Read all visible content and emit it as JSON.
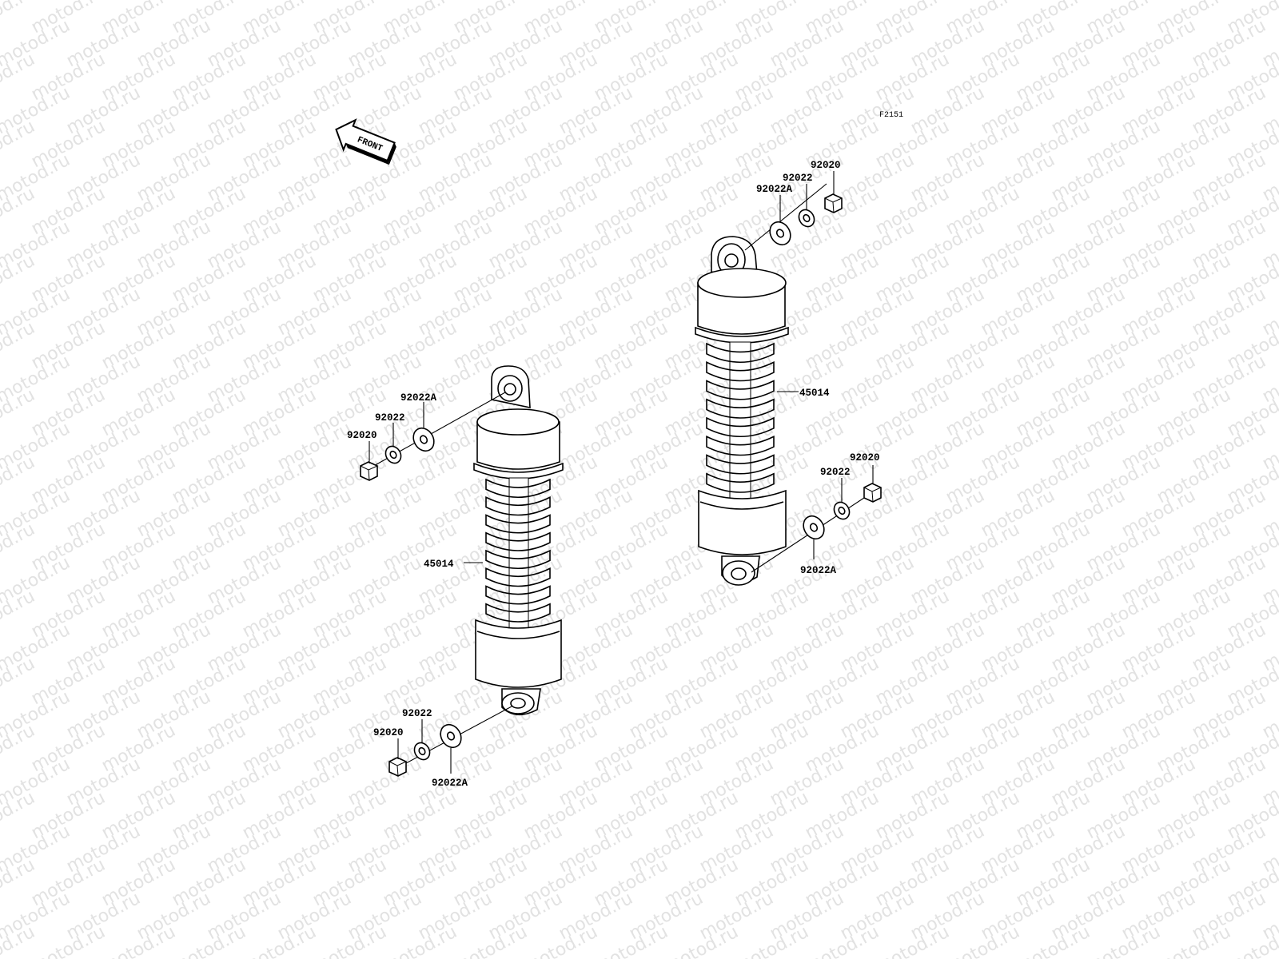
{
  "watermark": "motod.ru",
  "figure_code": "F2151",
  "front_label": "FRONT",
  "parts": {
    "shock_absorber": "45014",
    "nut": "92020",
    "washer": "92022",
    "washer_large": "92022A"
  }
}
